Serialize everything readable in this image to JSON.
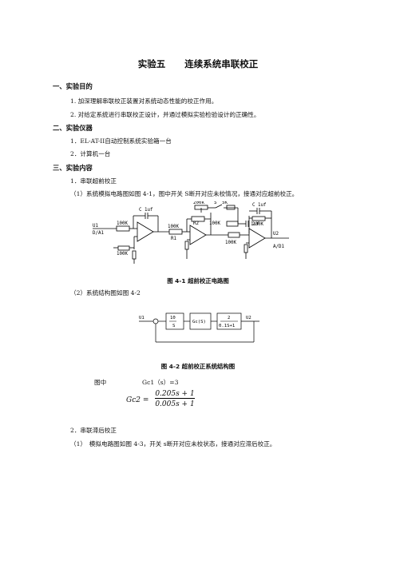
{
  "doc": {
    "title_left": "实验五",
    "title_right": "连续系统串联校正",
    "sec1": {
      "heading": "一、实验目的",
      "items": [
        "1. 加深理解串联校正装置对系统动态性能的校正作用。",
        "2. 对给定系统进行串联校正设计，并通过模拟实验检验设计的正确性。"
      ]
    },
    "sec2": {
      "heading": "二、实验仪器",
      "items": [
        "1．EL-AT-II自动控制系统实验箱一台",
        "2．计算机一台"
      ]
    },
    "sec3": {
      "heading": "三、实验内容",
      "sub1": "1．串联超前校正",
      "p1": "（1）系统模拟电路图如图 4-1，图中开关 S断开对应未校情况，接通对应超前校正。",
      "fig1_caption": "图 4-1  超前校正电路图",
      "p2": "（2）系统结构图如图 4-2",
      "fig2_caption": "图 4-2  超前校正系统结构图",
      "where": "图中",
      "gc1": "Gc1（s）=3",
      "gc2_lhs": "Gc2 =",
      "gc2_num": "0.205s + 1",
      "gc2_den": "0.005s + 1",
      "sub2": "2．串联滞后校正",
      "p3": "（1）　模拟电路图如图 4-3，开关 s断开对应未校状态，接通对应滞后校正。"
    }
  },
  "circuit": {
    "u1": "U1",
    "da": "D/A1",
    "u2": "U2",
    "ad": "A/D1",
    "c1": "C 1uf",
    "r_in": "100K",
    "r_fb": "100K",
    "r_mid": "100K",
    "r1": "R1",
    "r2": "R2",
    "r200k": "200k",
    "s": "S",
    "r5k": "5K",
    "c_mid": "1uf",
    "r100k_mid": "100K",
    "r100k_low": "100K",
    "c_out": "C 1uf",
    "r200k_out": "200K"
  },
  "block": {
    "u1": "U1",
    "u2": "U2",
    "b1_num": "10",
    "b1_den": "S",
    "b2": "Gc(S)",
    "b3_num": "2",
    "b3_den": "0.1S+1"
  }
}
